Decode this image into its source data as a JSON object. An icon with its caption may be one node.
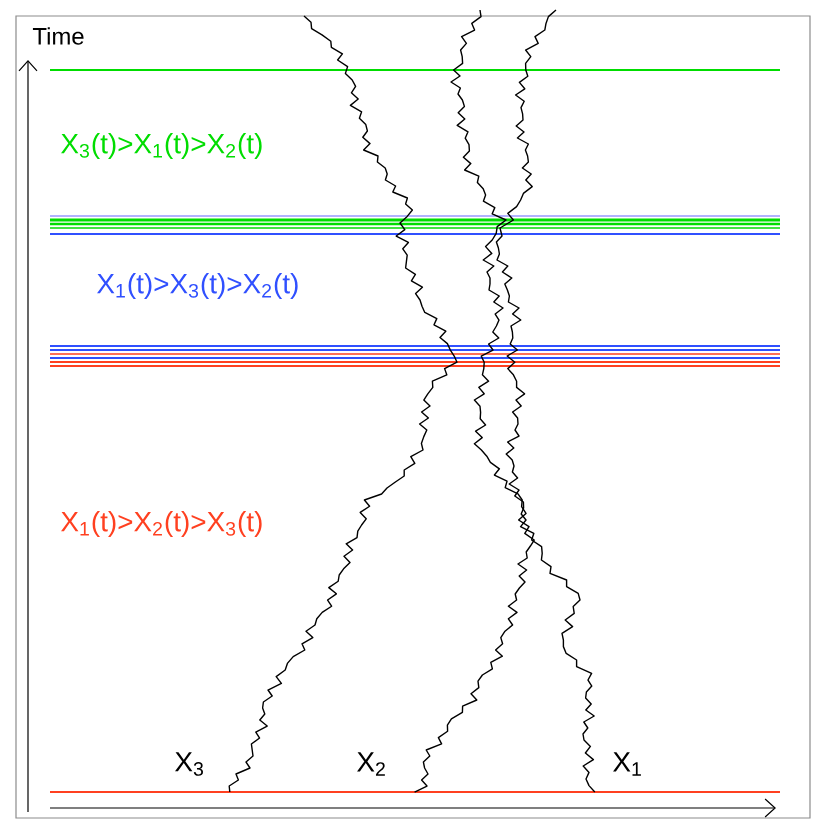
{
  "diagram": {
    "labels": [
      "Time",
      "X$_{3}$(t)>X$_{1}$(t)>X$_{2}$(t)",
      "X$_{1}$(t)>X$_{3}$(t)>X$_{2}$(t)",
      "X$_{1}$(t)>X$_{2}$(t)>X$_{3}$(t)",
      "X$_{3}$",
      "X$_{2}$",
      "X$_{1}$"
    ]
  }
}
